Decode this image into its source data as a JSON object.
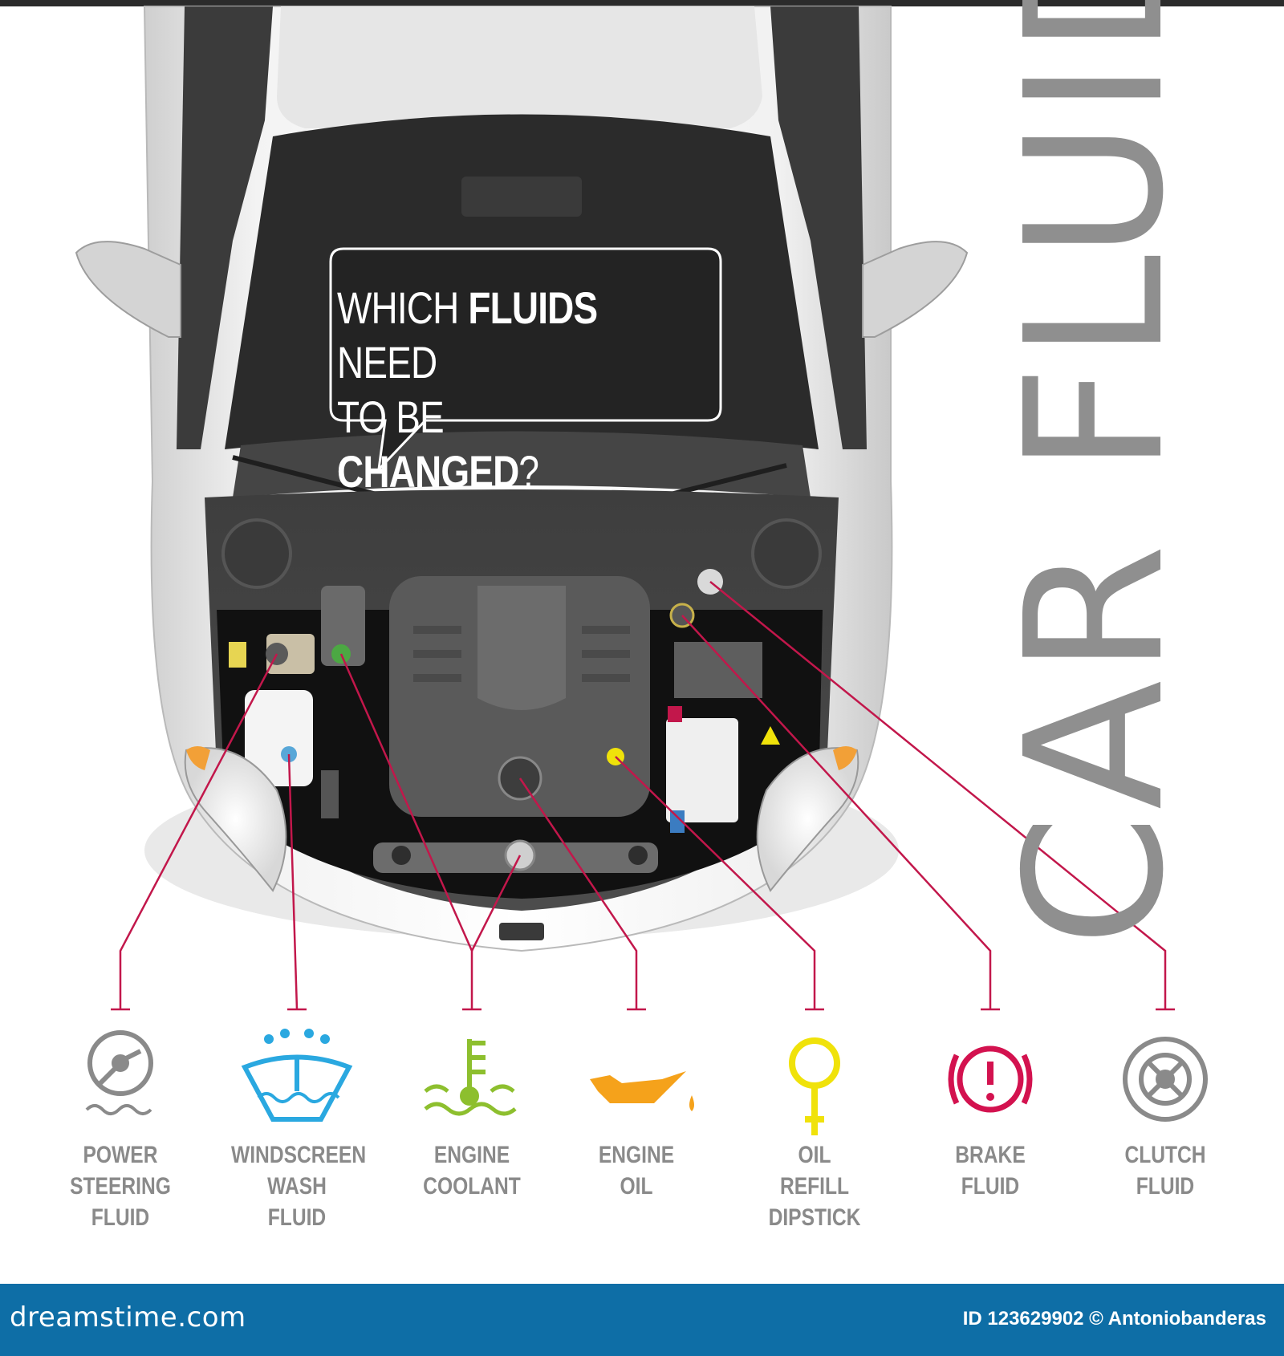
{
  "bubble": {
    "line1_a": "WHICH ",
    "line1_b": "FLUIDS",
    "line1_c": " NEED",
    "line2_a": "TO BE ",
    "line2_b": "CHANGED",
    "line2_c": "?"
  },
  "title": "CAR FLUIDS",
  "labels": [
    {
      "lines": [
        "POWER",
        "STEERING",
        "FLUID"
      ],
      "icon": "steering-wheel-icon",
      "color": "#8a8a8a"
    },
    {
      "lines": [
        "WINDSCREEN",
        "WASH",
        "FLUID"
      ],
      "icon": "washer-icon",
      "color": "#2aa8e0"
    },
    {
      "lines": [
        "ENGINE",
        "COOLANT"
      ],
      "icon": "coolant-icon",
      "color": "#8dbf2e"
    },
    {
      "lines": [
        "ENGINE",
        "OIL"
      ],
      "icon": "oil-can-icon",
      "color": "#f5a21b"
    },
    {
      "lines": [
        "OIL",
        "REFILL",
        "DIPSTICK"
      ],
      "icon": "dipstick-icon",
      "color": "#f0e20a"
    },
    {
      "lines": [
        "BRAKE",
        "FLUID"
      ],
      "icon": "brake-warning-icon",
      "color": "#d3124f"
    },
    {
      "lines": [
        "CLUTCH",
        "FLUID"
      ],
      "icon": "clutch-icon",
      "color": "#8a8a8a"
    }
  ],
  "colors": {
    "leader": "#c2174b",
    "footer": "#0e6ea6",
    "title": "#8f8f8f"
  },
  "footer": {
    "site": "dreamstime.com",
    "credit": "ID 123629902 © Antoniobanderas"
  }
}
